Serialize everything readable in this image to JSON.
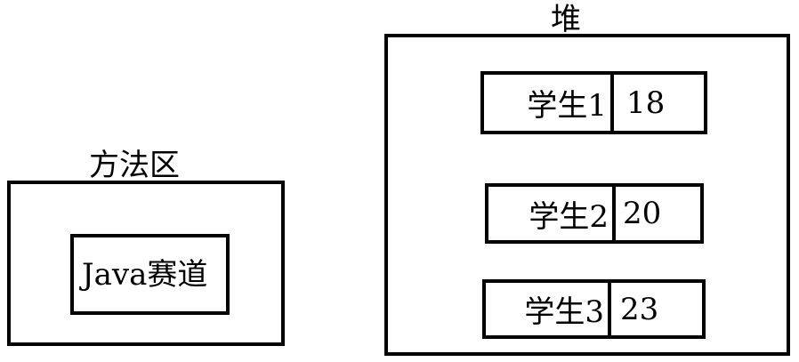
{
  "method_area": {
    "title": "方法区",
    "content": "Java赛道"
  },
  "heap": {
    "title": "堆",
    "objects": [
      {
        "name": "学生1",
        "age": "18"
      },
      {
        "name": "学生2",
        "age": "20"
      },
      {
        "name": "学生3",
        "age": "23"
      }
    ]
  }
}
